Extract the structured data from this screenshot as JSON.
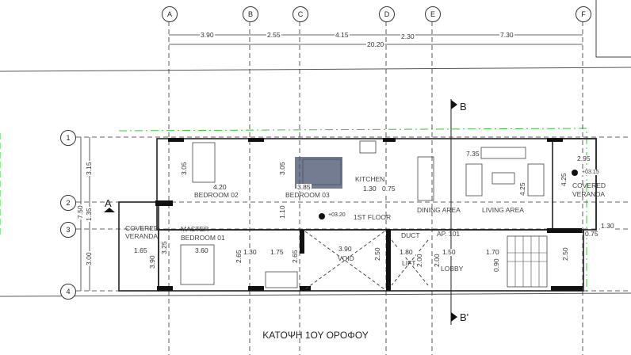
{
  "grid": {
    "columns": [
      "A",
      "B",
      "C",
      "D",
      "E",
      "F"
    ],
    "rows": [
      "1",
      "2",
      "3",
      "4"
    ],
    "col_dims": [
      "3.90",
      "2.55",
      "4.15",
      "2.30",
      "7.30"
    ],
    "col_total": "20.20",
    "row_dims": [
      "3.15",
      "1.35",
      "3.00"
    ],
    "row_total": "7.50"
  },
  "sections": {
    "a": "A",
    "b": "B",
    "b_prime": "B'"
  },
  "rooms": {
    "bedroom02": "BEDROOM 02",
    "bedroom03": "BEDROOM 03",
    "kitchen": "KITCHEN",
    "dining": "DINING AREA",
    "living": "LIVING AREA",
    "veranda_left_1": "COVERED",
    "veranda_left_2": "VERANDA",
    "veranda_right_1": "COVERED",
    "veranda_right_2": "VERANDA",
    "master_1": "MASTER",
    "master_2": "BEDROOM 01",
    "void": "VOID",
    "duct": "DUCT",
    "apt": "AP. 101",
    "lift": "LIFT",
    "lobby": "LOBBY",
    "floor": "1ST FLOOR"
  },
  "levels": {
    "floor": "+03.20",
    "veranda": "+03.15"
  },
  "dims": {
    "b2_w": "4.20",
    "b2_h": "3.05",
    "b3_w": "3.85",
    "b3_h": "3.05",
    "k1": "1.30",
    "k2": "0.75",
    "living_w": "7.35",
    "living_h": "4.25",
    "ver_w": "2.95",
    "ver_h": "4.25",
    "ver_b": "1.30",
    "ver_c": "0.75",
    "corr": "1.10",
    "vl_w": "1.65",
    "vl_h": "3.90",
    "vl_a": "3.25",
    "mb_w": "3.60",
    "bath1_w": "1.30",
    "bath1_h": "2.65",
    "bath2_w": "1.75",
    "bath2_h": "2.65",
    "void_w": "3.90",
    "void_h": "2.50",
    "lift_w": "1.80",
    "lift_h": "2.00",
    "lobby_w": "1.50",
    "lobby_h": "2.00",
    "stair_w": "1.70",
    "stair_r": "0.90",
    "stair_h": "2.50"
  },
  "title": "ΚΑΤΟΨΗ 1ΟΥ ΟΡΟΦΟΥ"
}
